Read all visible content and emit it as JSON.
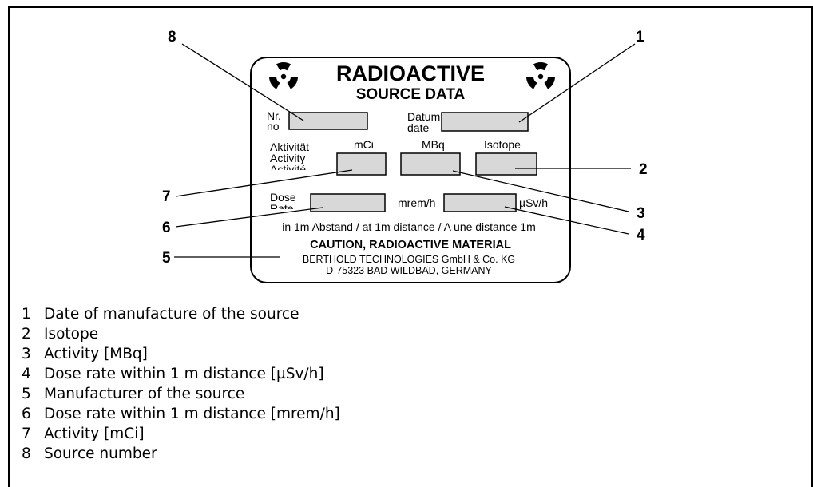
{
  "plate": {
    "title": "RADIOACTIVE",
    "subtitle": "SOURCE DATA",
    "nr_label_1": "Nr.",
    "nr_label_2": "no",
    "datum_label_1": "Datum",
    "datum_label_2": "date",
    "aktivitaet_label": "Aktivität",
    "activity_label": "Activity",
    "activite_label": "Activité",
    "mci_unit": "mCi",
    "mbq_unit": "MBq",
    "isotope_label": "Isotope",
    "dose_label": "Dose",
    "rate_label": "Rate",
    "mremh_unit": "mrem/h",
    "usvh_unit": "µSv/h",
    "distance_note": "in 1m Abstand / at 1m distance / A une distance 1m",
    "caution": "CAUTION, RADIOACTIVE MATERIAL",
    "manufacturer_line1": "BERTHOLD TECHNOLOGIES GmbH & Co. KG",
    "manufacturer_line2": "D-75323 BAD WILDBAD, GERMANY",
    "radiation_symbol": "radiation-trefoil-icon"
  },
  "callouts": [
    "8",
    "1",
    "2",
    "7",
    "3",
    "6",
    "4",
    "5"
  ],
  "legend": [
    {
      "num": "1",
      "text": "Date of manufacture of the source"
    },
    {
      "num": "2",
      "text": "Isotope"
    },
    {
      "num": "3",
      "text": "Activity [MBq]"
    },
    {
      "num": "4",
      "text": "Dose rate within 1 m distance [µSv/h]"
    },
    {
      "num": "5",
      "text": "Manufacturer of the source"
    },
    {
      "num": "6",
      "text": "Dose rate within 1 m distance [mrem/h]"
    },
    {
      "num": "7",
      "text": "Activity [mCi]"
    },
    {
      "num": "8",
      "text": "Source number"
    }
  ],
  "colors": {
    "field_fill": "#d8d8d8",
    "line": "#000000",
    "background": "#ffffff"
  }
}
